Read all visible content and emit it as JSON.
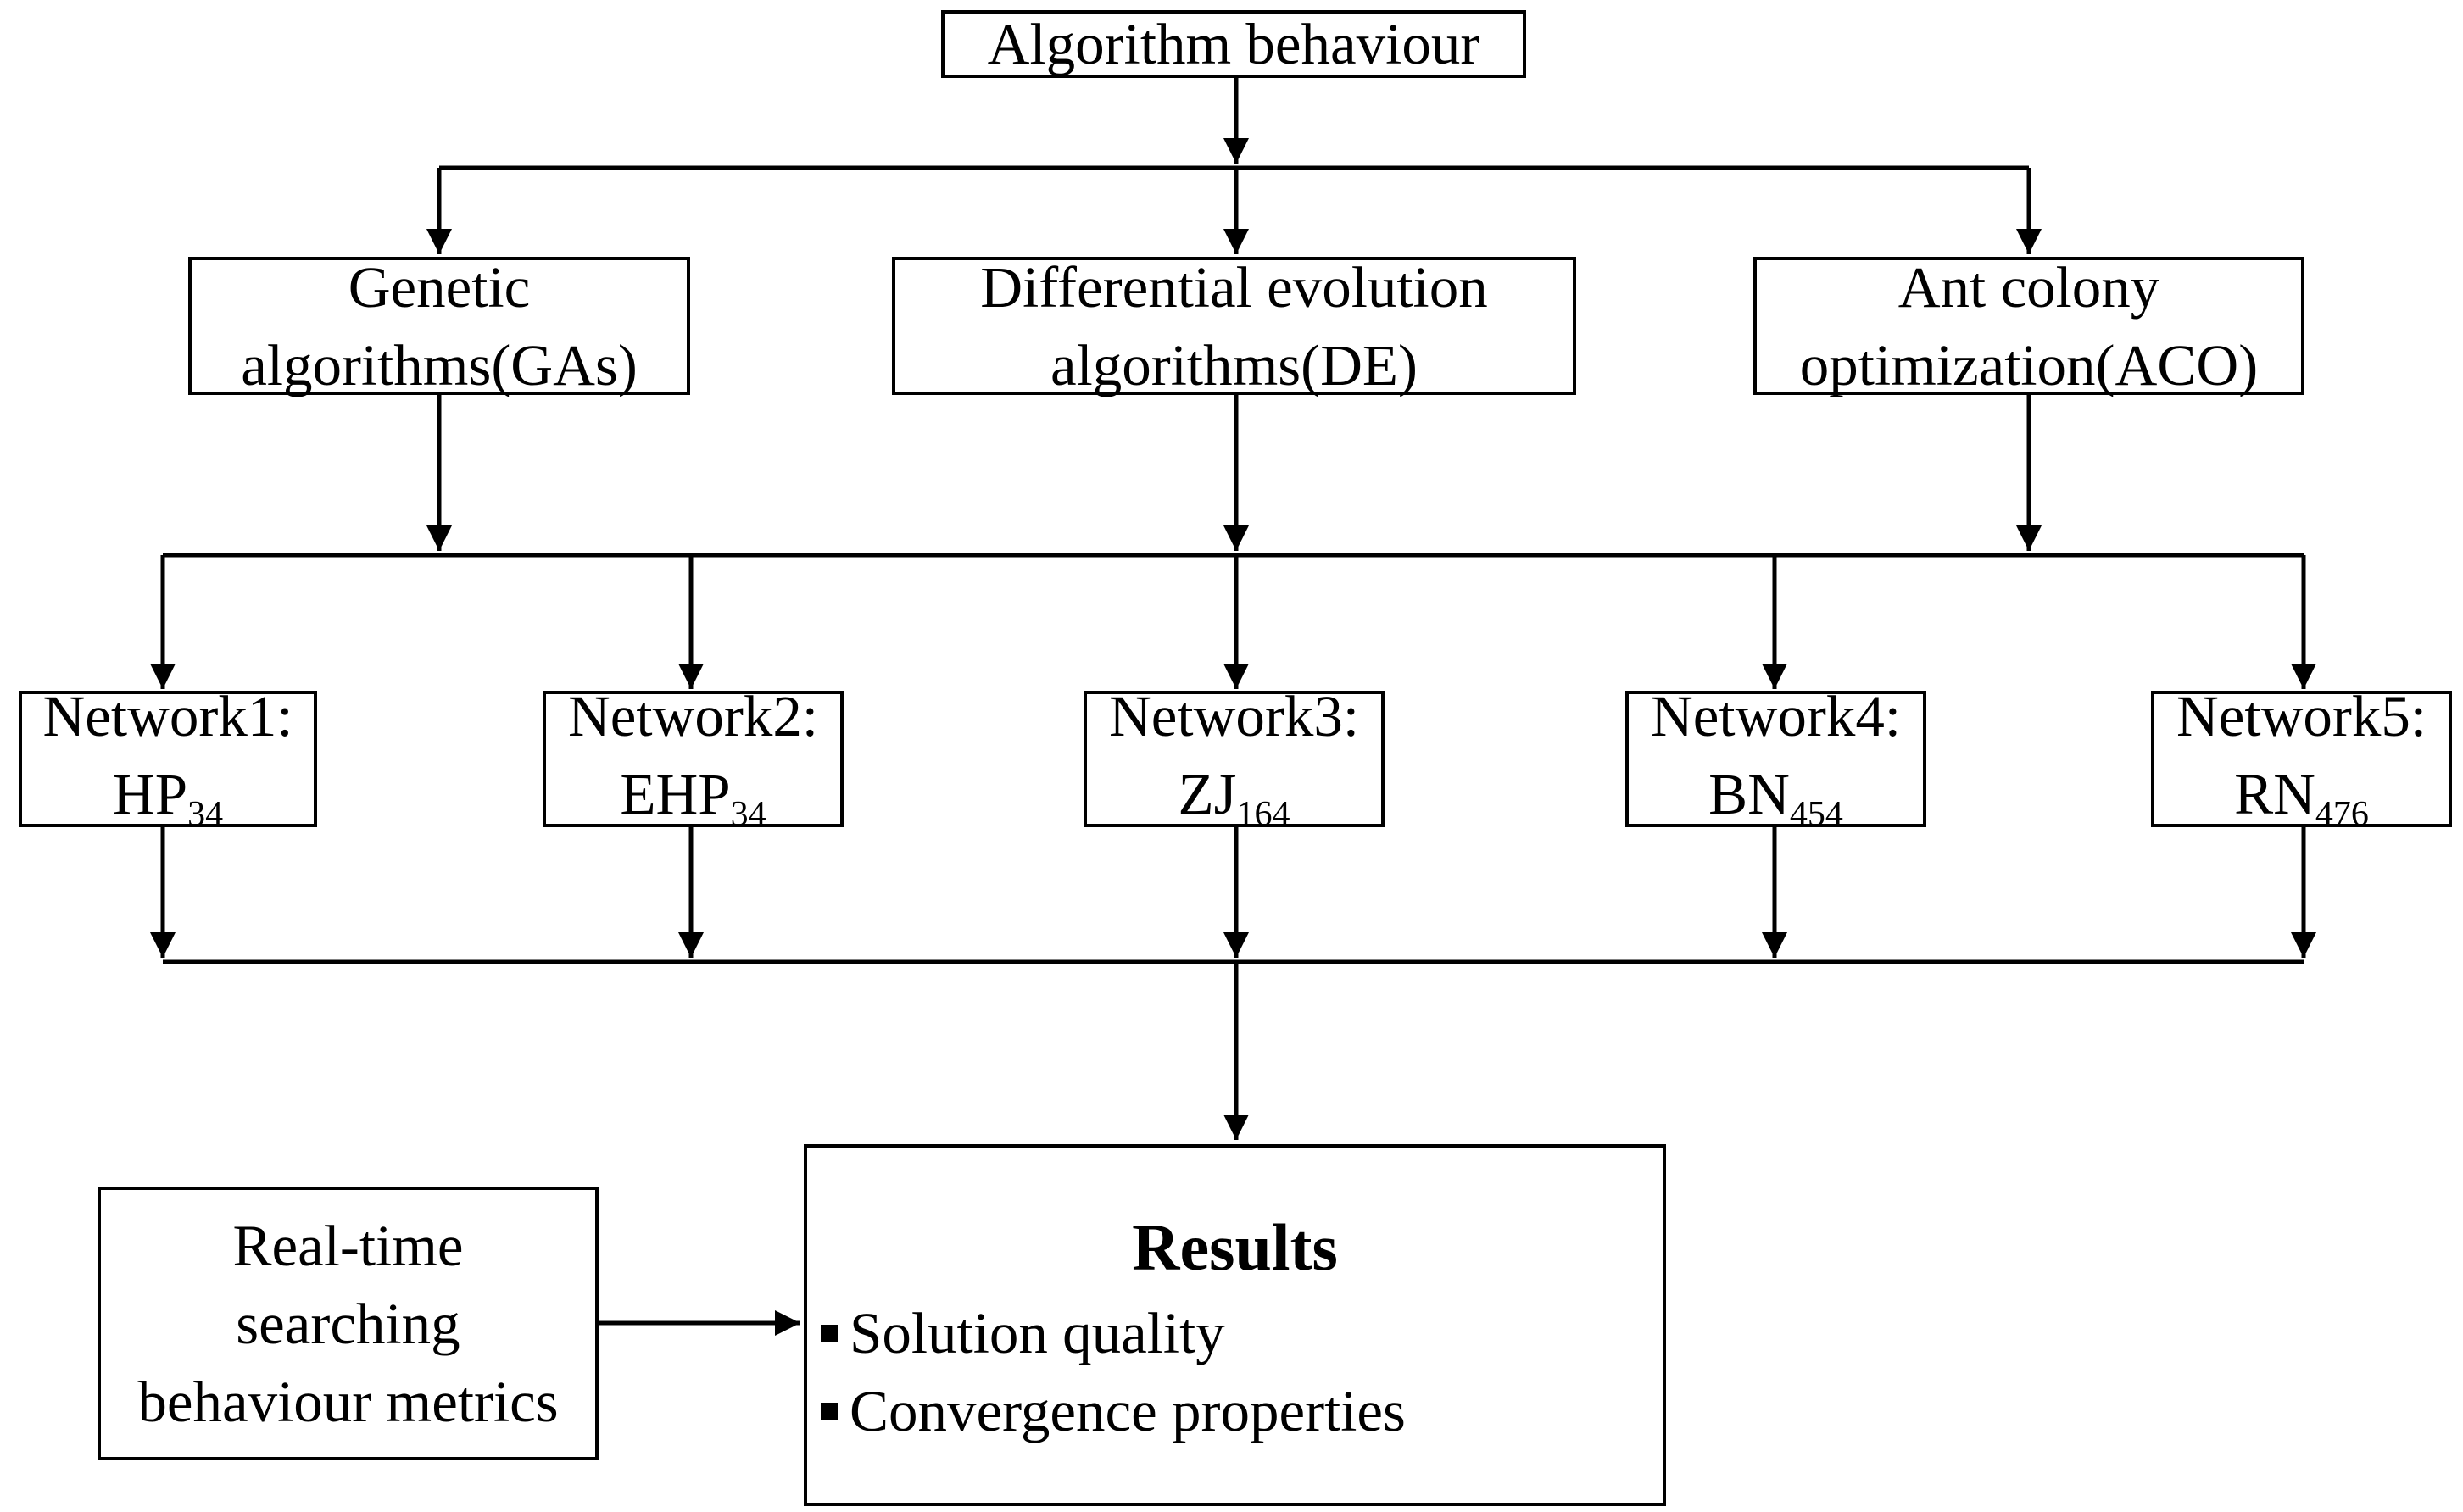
{
  "top": {
    "label": "Algorithm behaviour"
  },
  "algorithms": [
    {
      "line1": "Genetic",
      "line2": "algorithms(GAs)"
    },
    {
      "line1": "Differential evolution",
      "line2": "algorithms(DE)"
    },
    {
      "line1": "Ant colony",
      "line2": "optimization(ACO)"
    }
  ],
  "networks": [
    {
      "title": "Network1:",
      "name": "HP",
      "sub": "34"
    },
    {
      "title": "Network2:",
      "name": "EHP",
      "sub": "34"
    },
    {
      "title": "Network3:",
      "name": "ZJ",
      "sub": "164"
    },
    {
      "title": "Network4:",
      "name": "BN",
      "sub": "454"
    },
    {
      "title": "Network5:",
      "name": "RN",
      "sub": "476"
    }
  ],
  "metrics": {
    "lines": [
      "Real-time",
      "searching",
      "behaviour metrics"
    ]
  },
  "results": {
    "title": "Results",
    "items": [
      "Solution quality",
      "Convergence properties"
    ]
  }
}
